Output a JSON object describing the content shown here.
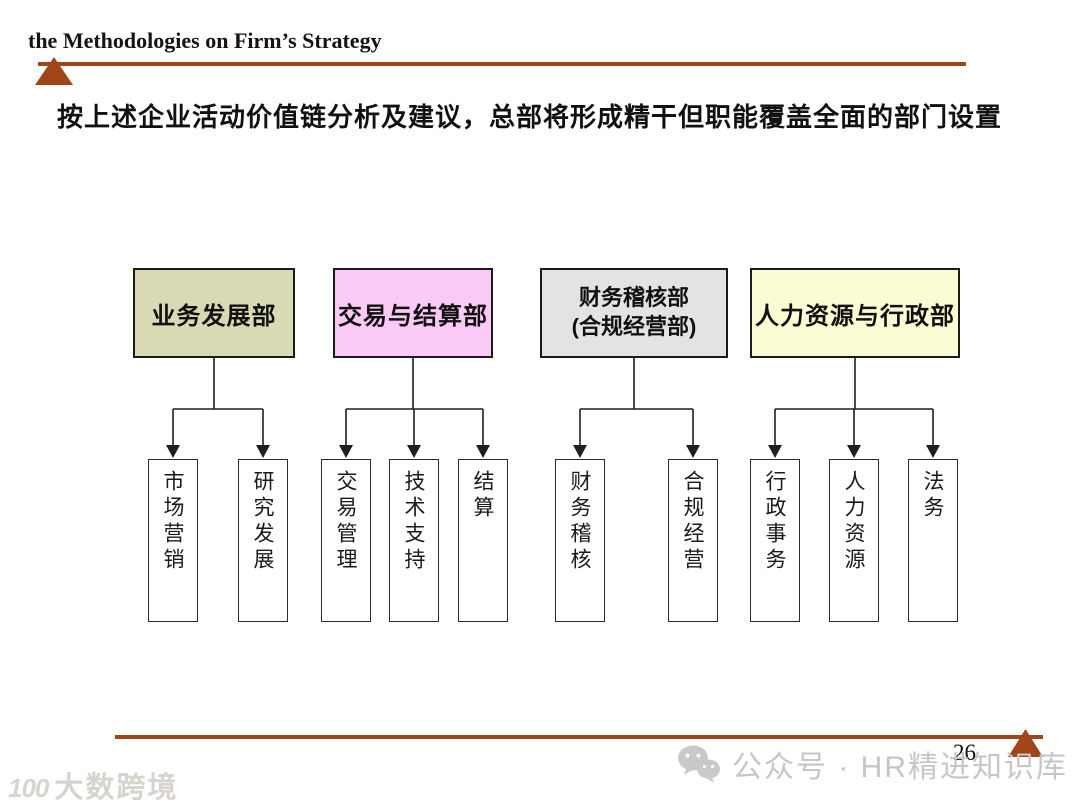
{
  "header": {
    "eyebrow": "the Methodologies on Firm’s Strategy"
  },
  "title": "按上述企业活动价值链分析及建议，总部将形成精干但职能覆盖全面的部门设置",
  "accent_color": "#a0451a",
  "diagram": {
    "groups": [
      {
        "label": "业务发展部",
        "fill": "#d9d9b3",
        "children": [
          "市场营销",
          "研究发展"
        ]
      },
      {
        "label": "交易与结算部",
        "fill": "#fac9f5",
        "children": [
          "交易管理",
          "技术支持",
          "结算"
        ]
      },
      {
        "label": "财务稽核部",
        "label_line2": "(合规经营部)",
        "fill": "#e3e3e3",
        "children": [
          "财务稽核",
          "合规经营"
        ]
      },
      {
        "label": "人力资源与行政部",
        "fill": "#fcfcd4",
        "children": [
          "行政事务",
          "人力资源",
          "法务"
        ]
      }
    ]
  },
  "footer": {
    "page_number": "26",
    "watermark_left_logo": "100",
    "watermark_left": "大数跨境",
    "watermark_right": "公众号 · HR精进知识库",
    "watermark_color": "#c6c6c6"
  }
}
